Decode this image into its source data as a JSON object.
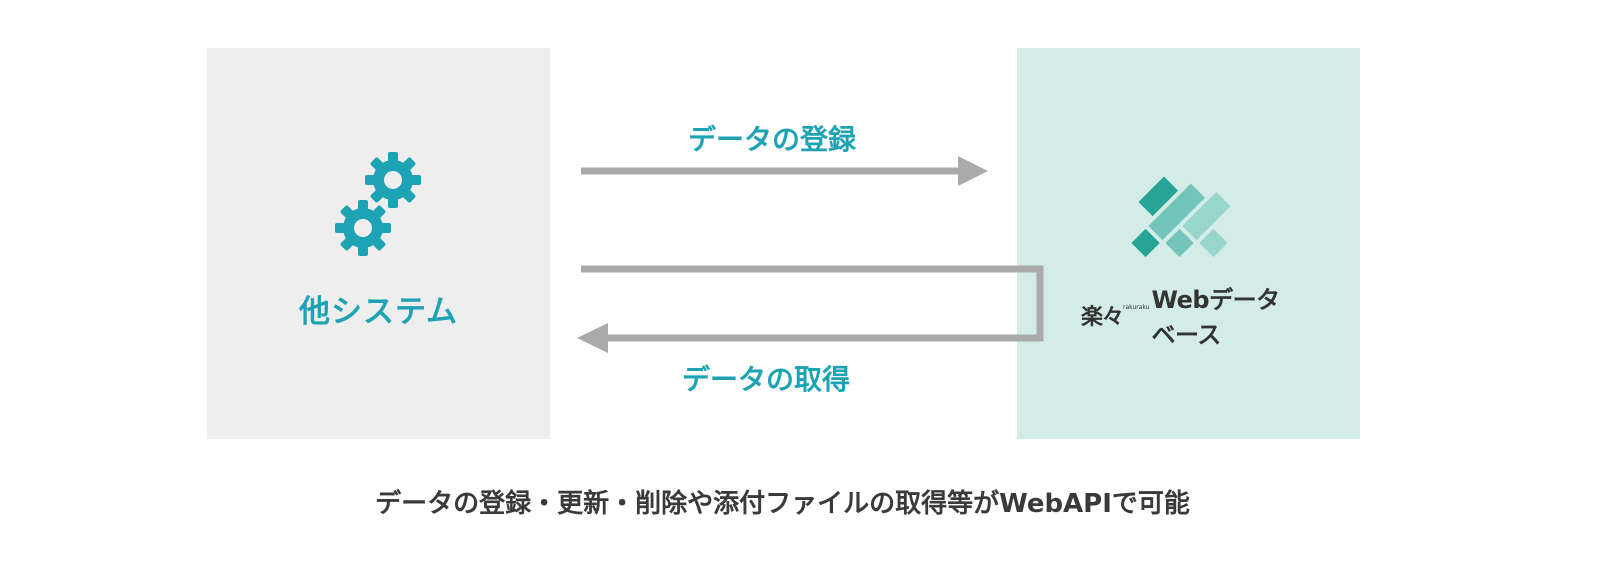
{
  "left_panel": {
    "label": "他システム",
    "icon": "gears-icon",
    "color": "#1ea3b5"
  },
  "right_panel": {
    "logo_kanji": "楽々",
    "logo_tag": "rakuraku",
    "logo_text": "Webデータベース",
    "icon": "rakuraku-logo-icon"
  },
  "flows": {
    "register_label": "データの登録",
    "fetch_label": "データの取得",
    "arrow_color": "#aaaaaa"
  },
  "caption": "データの登録・更新・削除や添付ファイルの取得等がWebAPIで可能"
}
